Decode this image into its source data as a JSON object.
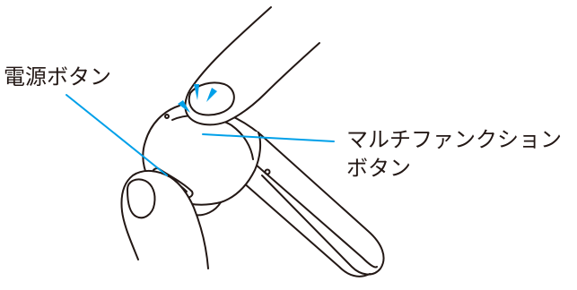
{
  "labels": {
    "power_button": "電源ボタン",
    "multifunction_button_line1": "マルチファンクション",
    "multifunction_button_line2": "ボタン"
  },
  "colors": {
    "outline": "#231815",
    "leader_line": "#00a0e9",
    "press_indicator": "#00a0e9",
    "background": "#ffffff"
  },
  "illustration": {
    "subject": "bluetooth-headset-being-pressed",
    "icons": [
      "finger-icon",
      "headset-icon",
      "thumb-icon",
      "press-indicator-icon"
    ]
  }
}
